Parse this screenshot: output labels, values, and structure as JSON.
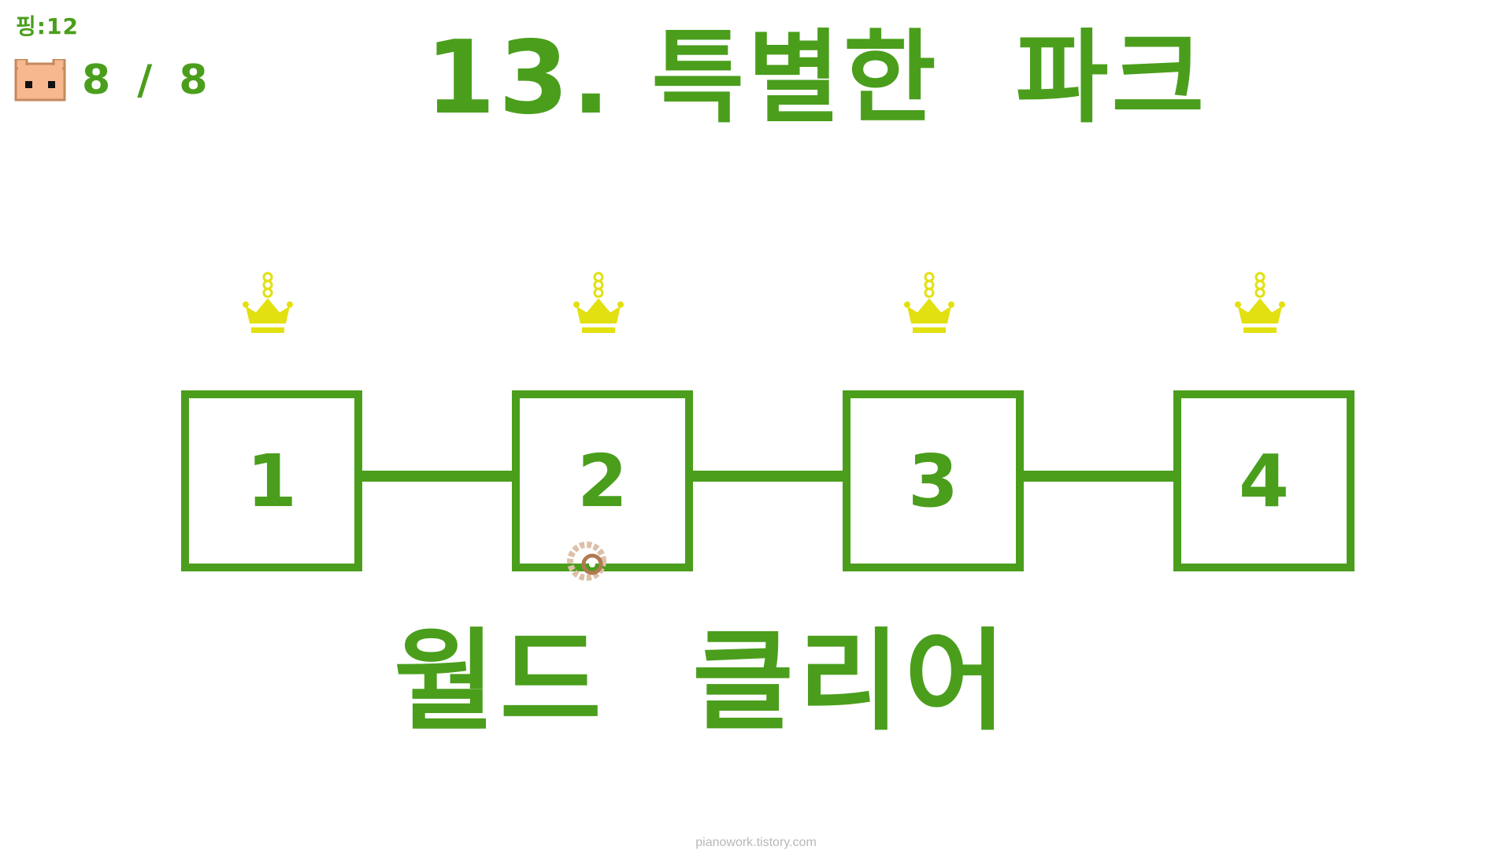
{
  "hud": {
    "ping": "핑:12",
    "player_count": "8 / 8",
    "cat_icon": "cat-face-icon"
  },
  "stage": {
    "title": "13. 특별한  파크"
  },
  "levels": [
    {
      "number": "1",
      "crown_icon": "crown-icon"
    },
    {
      "number": "2",
      "crown_icon": "crown-icon"
    },
    {
      "number": "3",
      "crown_icon": "crown-icon"
    },
    {
      "number": "4",
      "crown_icon": "crown-icon"
    }
  ],
  "status": {
    "clear_text": "월드  클리어"
  },
  "watermark": "pianowork.tistory.com",
  "colors": {
    "primary_green": "#4a9e1c",
    "crown_yellow": "#e2e010",
    "cat_skin": "#f7b890",
    "cursor_brown": "#c8946c"
  }
}
